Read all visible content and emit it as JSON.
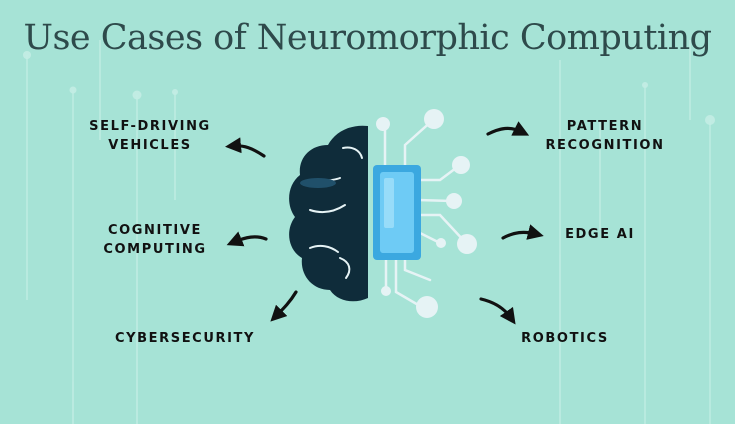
{
  "title": "Use Cases of Neuromorphic Computing",
  "colors": {
    "background": "#a6e3d6",
    "title": "#2e4a4b",
    "brain": "#0f2c3a",
    "chip_outer": "#3ba8e0",
    "chip_inner": "#6ecbf5",
    "circuit": "#e6f3f5",
    "label_text": "#111111"
  },
  "icons": {
    "center": "brain-chip-icon",
    "arrows": "curved-arrow-icon"
  },
  "use_cases": {
    "self_driving": {
      "line1": "SELF-DRIVING",
      "line2": "VEHICLES"
    },
    "cognitive": {
      "line1": "COGNITIVE",
      "line2": "COMPUTING"
    },
    "cybersecurity": {
      "line1": "CYBERSECURITY"
    },
    "pattern": {
      "line1": "PATTERN",
      "line2": "RECOGNITION"
    },
    "edge_ai": {
      "line1": "EDGE AI"
    },
    "robotics": {
      "line1": "ROBOTICS"
    }
  }
}
